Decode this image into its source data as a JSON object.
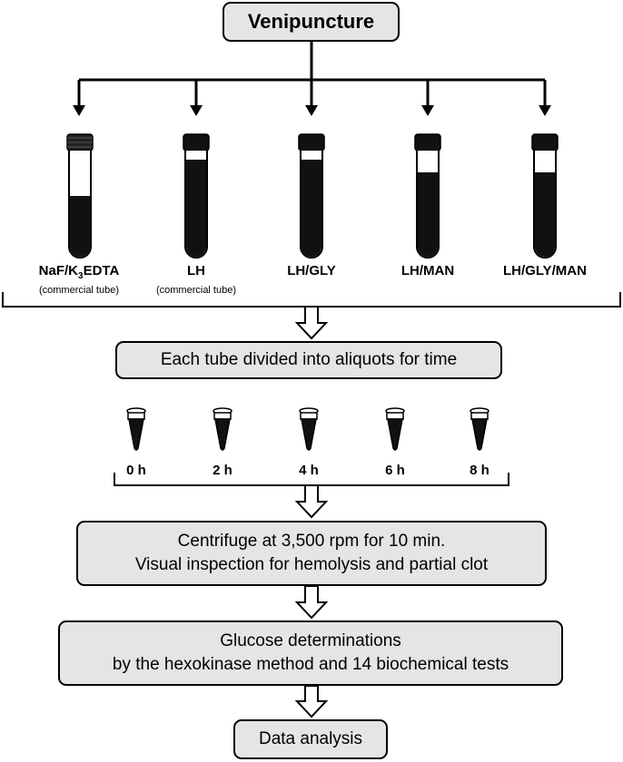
{
  "venipuncture": "Venipuncture",
  "tubes": [
    {
      "name_pre": "NaF/K",
      "name_sub": "3",
      "name_post": "EDTA",
      "sub": "(commercial tube)"
    },
    {
      "name_pre": "LH",
      "name_sub": "",
      "name_post": "",
      "sub": "(commercial tube)"
    },
    {
      "name_pre": "LH/GLY",
      "name_sub": "",
      "name_post": "",
      "sub": ""
    },
    {
      "name_pre": "LH/MAN",
      "name_sub": "",
      "name_post": "",
      "sub": ""
    },
    {
      "name_pre": "LH/GLY/MAN",
      "name_sub": "",
      "name_post": "",
      "sub": ""
    }
  ],
  "aliquot_box": "Each tube divided into aliquots for time",
  "times": [
    "0 h",
    "2 h",
    "4 h",
    "6 h",
    "8 h"
  ],
  "centrifuge": {
    "line1": "Centrifuge at 3,500 rpm for 10 min.",
    "line2": "Visual inspection for hemolysis and partial clot"
  },
  "glucose": {
    "line1": "Glucose determinations",
    "line2": "by the hexokinase method and 14 biochemical tests"
  },
  "data_analysis": "Data analysis"
}
